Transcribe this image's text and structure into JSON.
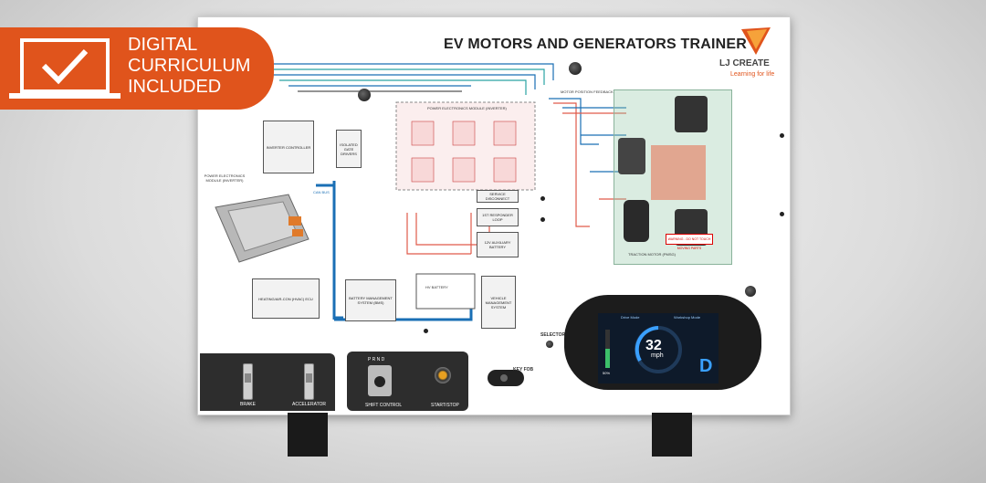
{
  "banner": {
    "line1": "DIGITAL",
    "line2": "CURRICULUM",
    "line3": "INCLUDED"
  },
  "title": "EV MOTORS AND GENERATORS TRAINER",
  "logo": {
    "brand": "LJ CREATE",
    "tagline": "Learning for life"
  },
  "labels": {
    "inverter_controller": "INVERTER CONTROLLER",
    "isolated_gate": "ISOLATED GATE DRIVERS",
    "power_module": "POWER ELECTRONICS MODULE (INVERTER)",
    "pem_side": "POWER ELECTRONICS MODULE (INVERTER)",
    "can_bus": "CAN BUS",
    "heating": "HEATING/AIR-CON (HVAC) ECU",
    "bms": "BATTERY MANAGEMENT SYSTEM (BMS)",
    "hv_battery": "HV BATTERY",
    "vms": "VEHICLE MANAGEMENT SYSTEM",
    "aux_battery": "12V AUXILIARY BATTERY",
    "first_responder": "1ST RESPONDER LOOP",
    "service_disconnect": "SERVICE DISCONNECT",
    "motor_position": "MOTOR POSITION FEEDBACK",
    "traction_motor": "TRACTION MOTOR (PMSG)",
    "warning": "WARNING - DO NOT TOUCH MOVING PARTS",
    "selector": "SELECTOR",
    "key_fob": "KEY FOB",
    "brake": "BRAKE",
    "accelerator": "ACCELERATOR",
    "shift_control": "SHIFT CONTROL",
    "start_stop": "START/STOP",
    "gear_letters": "P R N D"
  },
  "dashboard": {
    "speed": "32",
    "unit": "mph",
    "gear": "D",
    "mode_left": "Drive Mode",
    "mode_right": "Workshop Mode",
    "battery_pct": "50%"
  },
  "colors": {
    "banner": "#e0541c",
    "wire_blue": "#1a6fb5",
    "wire_red": "#e05a4a",
    "wire_teal": "#2aa3a3"
  }
}
